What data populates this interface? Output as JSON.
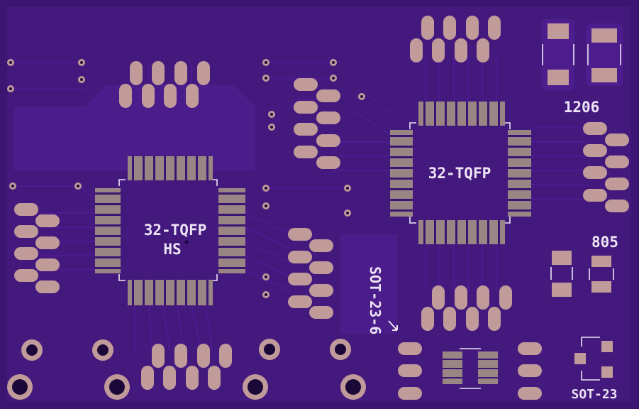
{
  "board": {
    "colors": {
      "substrate": "#3a1572",
      "copper_pour": "#4a1b86",
      "trace": "#5a24a0",
      "pad": "#c19a9a",
      "silkscreen": "#ece4f4",
      "drill": "#1a0838"
    }
  },
  "labels": {
    "tqfp_left_line1": "32-TQFP",
    "tqfp_left_line2": "HS",
    "tqfp_right": "32-TQFP",
    "pkg_1206": "1206",
    "pkg_805": "805",
    "sot23_6": "SOT-23-6",
    "sot23": "SOT-23"
  }
}
